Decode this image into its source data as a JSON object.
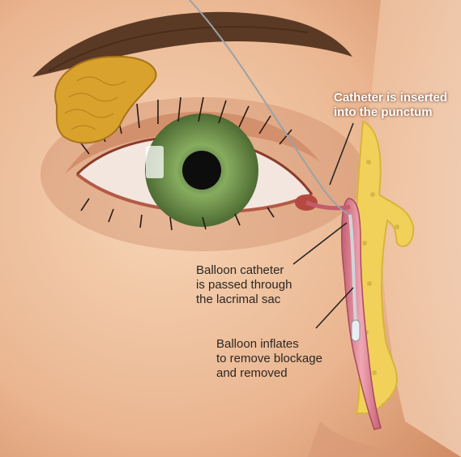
{
  "colors": {
    "skin_light": "#f1c9a8",
    "skin_mid": "#e2a27b",
    "skin_dark": "#c57d57",
    "iris": "#7da25a",
    "gland": "#d9a32b",
    "bone": "#f2d35d",
    "sac": "#e08a9a",
    "catheter": "#a9b2b8",
    "eyebrow": "#5d3a26"
  },
  "labels": [
    {
      "text": "Catheter is inserted\ninto the punctum"
    },
    {
      "text": "Balloon catheter\nis passed through\nthe lacrimal sac"
    },
    {
      "text": "Balloon inflates\nto remove blockage\nand removed"
    }
  ]
}
